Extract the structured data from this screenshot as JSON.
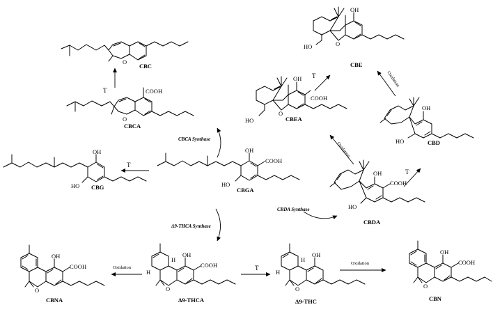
{
  "compounds": {
    "cbc": "CBC",
    "cbca": "CBCA",
    "cbe": "CBE",
    "cbea": "CBEA",
    "cbd": "CBD",
    "cbg": "CBG",
    "cbga": "CBGA",
    "cbda": "CBDA",
    "cbna": "CBNA",
    "thca": "Δ9-THCA",
    "thc": "Δ9-THC",
    "cbn": "CBN"
  },
  "groups": {
    "oh": "OH",
    "ho": "HO",
    "cooh": "COOH",
    "o": "O",
    "h": "H"
  },
  "reactions": {
    "t": "T",
    "oxidation": "Oxidation",
    "cbca_synthase": "CBCA Synthase",
    "cbda_synthase": "CBDA Synthase",
    "thca_synthase": "Δ9-THCA Synthase"
  },
  "colors": {
    "ink": "#000000",
    "background": "#ffffff"
  }
}
